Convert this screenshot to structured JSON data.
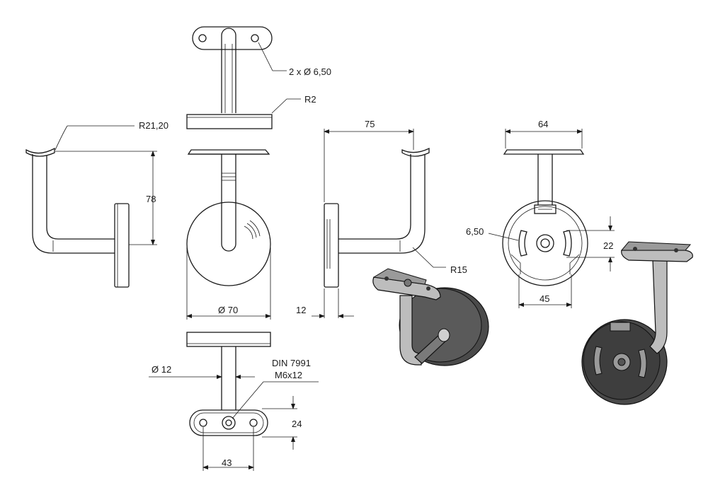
{
  "dimensions": {
    "holes": "2 x Ø 6,50",
    "r2": "R2",
    "r21": "R21,20",
    "d78": "78",
    "d75": "75",
    "d64": "64",
    "d650": "6,50",
    "d22": "22",
    "r15": "R15",
    "d45": "45",
    "d70": "Ø 70",
    "d12": "12",
    "dia12": "Ø 12",
    "din": "DIN 7991",
    "screw": "M6x12",
    "d24": "24",
    "d43": "43"
  }
}
